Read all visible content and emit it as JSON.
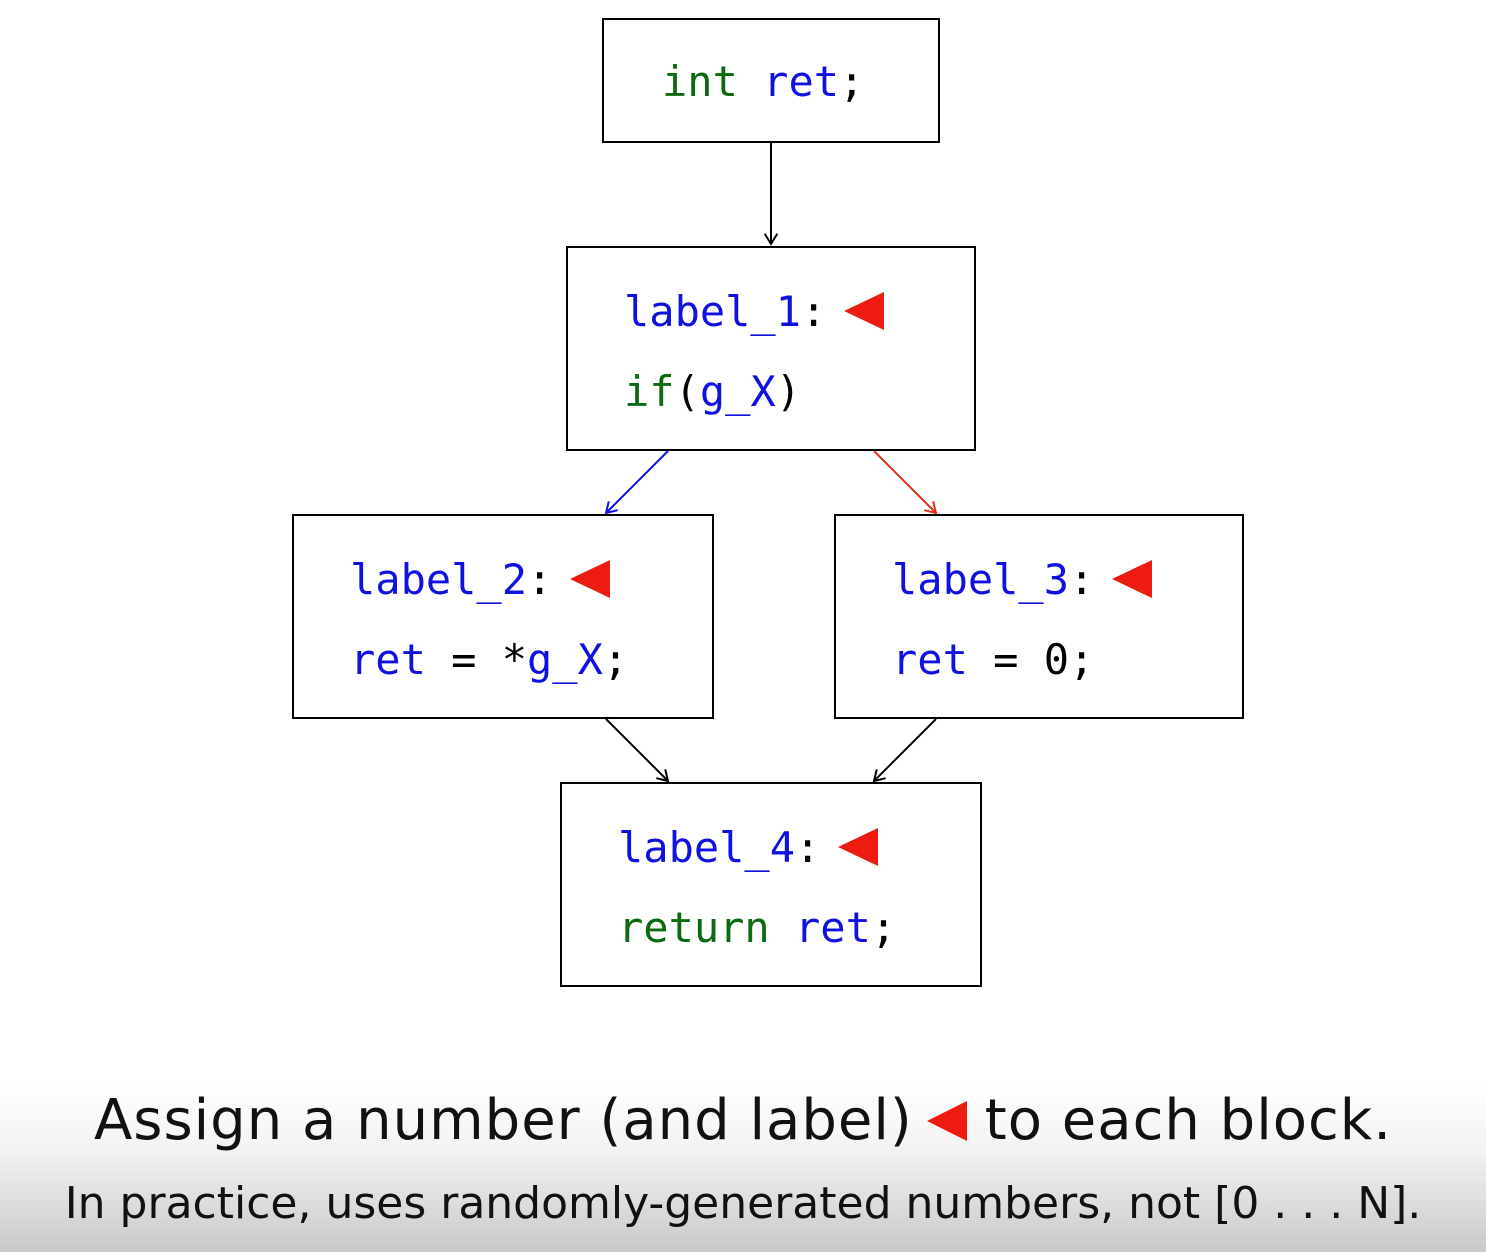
{
  "blocks": [
    {
      "lines": [
        [
          {
            "t": "int",
            "c": "kw"
          },
          {
            "t": " ",
            "c": "pun"
          },
          {
            "t": "ret",
            "c": "id"
          },
          {
            "t": ";",
            "c": "pun"
          }
        ]
      ],
      "marker": false
    },
    {
      "lines": [
        [
          {
            "t": "label_1",
            "c": "id"
          },
          {
            "t": ":",
            "c": "pun"
          }
        ],
        [
          {
            "t": "if",
            "c": "kw"
          },
          {
            "t": "(",
            "c": "pun"
          },
          {
            "t": "g_X",
            "c": "id"
          },
          {
            "t": ")",
            "c": "pun"
          }
        ]
      ],
      "marker": true
    },
    {
      "lines": [
        [
          {
            "t": "label_2",
            "c": "id"
          },
          {
            "t": ":",
            "c": "pun"
          }
        ],
        [
          {
            "t": "ret",
            "c": "id"
          },
          {
            "t": " = *",
            "c": "pun"
          },
          {
            "t": "g_X",
            "c": "id"
          },
          {
            "t": ";",
            "c": "pun"
          }
        ]
      ],
      "marker": true
    },
    {
      "lines": [
        [
          {
            "t": "label_3",
            "c": "id"
          },
          {
            "t": ":",
            "c": "pun"
          }
        ],
        [
          {
            "t": "ret",
            "c": "id"
          },
          {
            "t": " = 0;",
            "c": "pun"
          }
        ]
      ],
      "marker": true
    },
    {
      "lines": [
        [
          {
            "t": "label_4",
            "c": "id"
          },
          {
            "t": ":",
            "c": "pun"
          }
        ],
        [
          {
            "t": "return",
            "c": "kw"
          },
          {
            "t": " ",
            "c": "pun"
          },
          {
            "t": "ret",
            "c": "id"
          },
          {
            "t": ";",
            "c": "pun"
          }
        ]
      ],
      "marker": true
    }
  ],
  "edges": [
    {
      "from": 0,
      "to": 1,
      "color": "#000000"
    },
    {
      "from": 1,
      "to": 2,
      "color": "#1010e0"
    },
    {
      "from": 1,
      "to": 3,
      "color": "#e0301e"
    },
    {
      "from": 2,
      "to": 4,
      "color": "#000000"
    },
    {
      "from": 3,
      "to": 4,
      "color": "#000000"
    }
  ],
  "caption": {
    "before_marker": "Assign a number (and label)",
    "after_marker": "to each block.",
    "marker_color": "#ee1b10"
  },
  "subcaption": "In practice, uses randomly-generated numbers, not [0 . . . N]."
}
